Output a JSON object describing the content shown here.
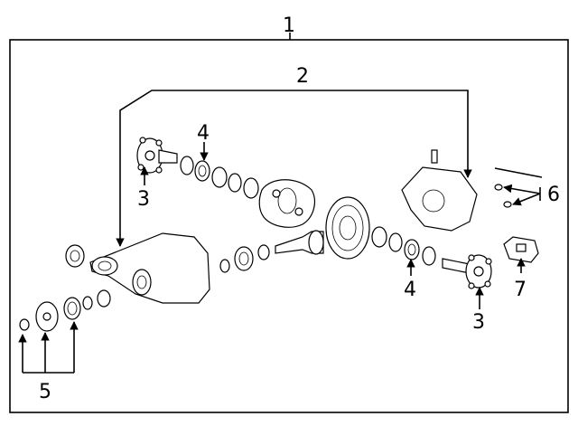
{
  "diagram": {
    "callouts": {
      "c1": "1",
      "c2": "2",
      "c3a": "3",
      "c3b": "3",
      "c4a": "4",
      "c4b": "4",
      "c5": "5",
      "c6": "6",
      "c7": "7"
    }
  }
}
